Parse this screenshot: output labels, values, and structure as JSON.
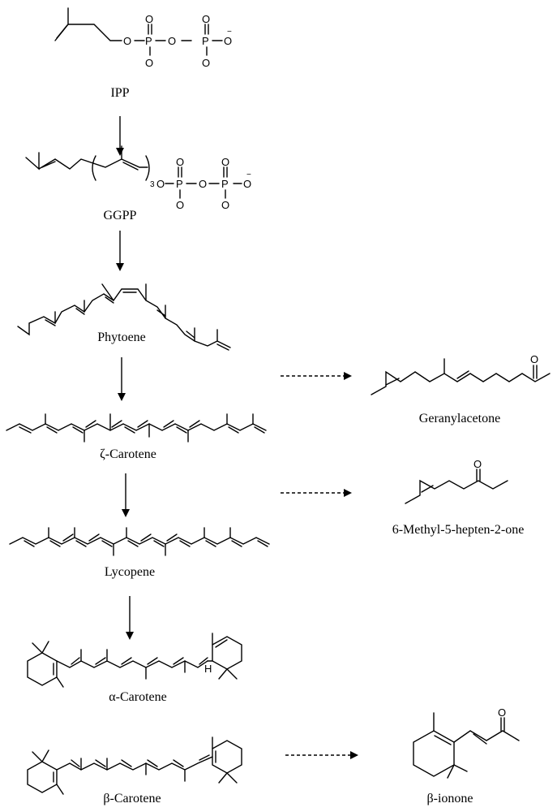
{
  "compounds": {
    "ipp": "IPP",
    "ggpp": "GGPP",
    "phytoene": "Phytoene",
    "zeta_carotene": "ζ-Carotene",
    "lycopene": "Lycopene",
    "alpha_carotene": "α-Carotene",
    "beta_carotene": "β-Carotene",
    "geranylacetone": "Geranylacetone",
    "methylheptenone": "6-Methyl-5-hepten-2-one",
    "beta_ionone": "β-ionone"
  },
  "atoms": {
    "oxygen": "O",
    "phosphorus": "P",
    "oxygen_anion": "O",
    "minus": "−",
    "hydrogen": "H",
    "repeat_subscript": "3"
  }
}
